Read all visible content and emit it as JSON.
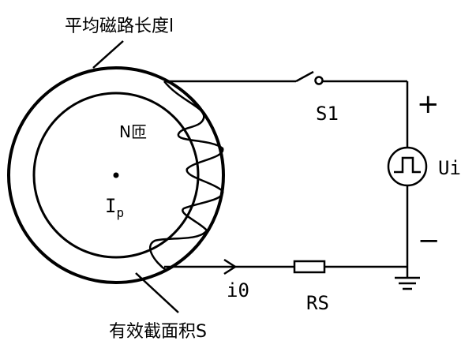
{
  "labels": {
    "mean_path_length": "平均磁路长度l",
    "turns": "N匝",
    "current_ip_main": "I",
    "current_ip_sub": "p",
    "switch": "S1",
    "source": "Ui",
    "plus": "+",
    "minus": "−",
    "current_i0": "i0",
    "resistor": "RS",
    "cross_section": "有效截面积S"
  },
  "icons": {
    "source": "square-pulse-source-icon",
    "ground": "ground-icon",
    "switch": "switch-icon",
    "resistor": "resistor-icon",
    "arrow": "current-arrow-icon"
  },
  "colors": {
    "stroke": "#000000",
    "background": "#ffffff"
  }
}
